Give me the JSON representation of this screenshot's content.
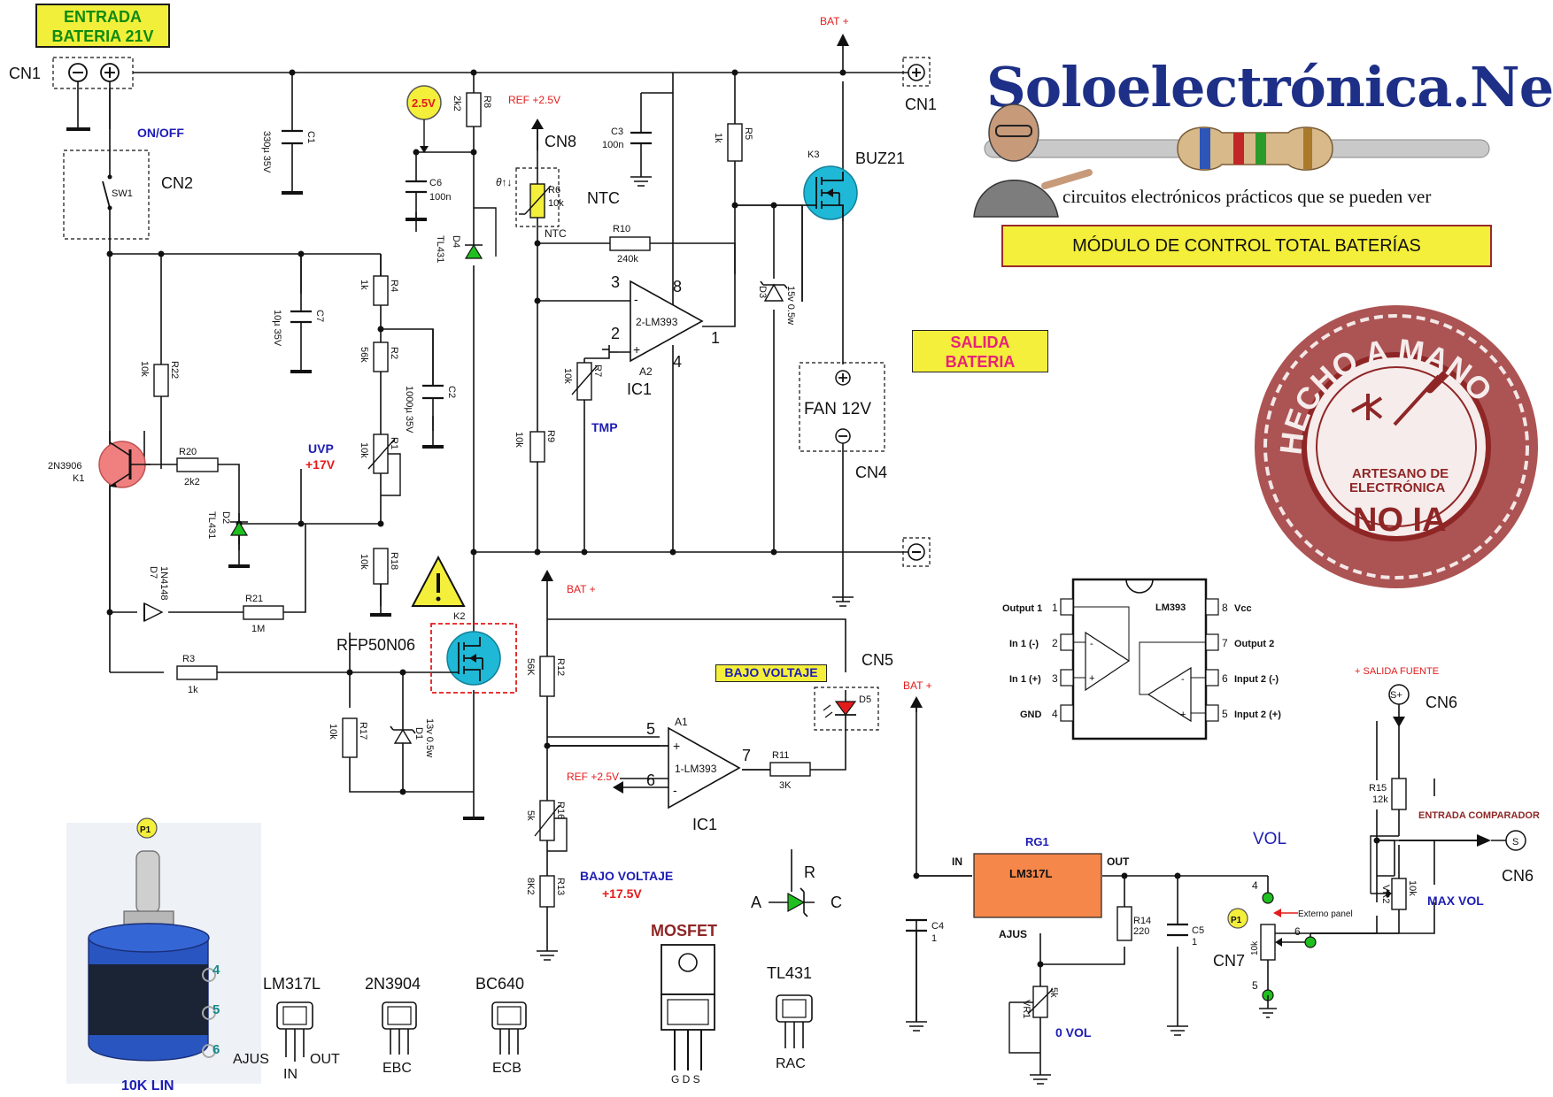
{
  "header": {
    "line1": "ENTRADA",
    "line2": "BATERIA 21V"
  },
  "brand": {
    "title": "Soloelectrónica.Net",
    "tagline": "circuitos electrónicos prácticos que se pueden ver",
    "module_title": "MÓDULO DE CONTROL TOTAL BATERÍAS"
  },
  "salida": {
    "line1": "SALIDA",
    "line2": "BATERIA"
  },
  "stamp": {
    "line1": "HECHO A MANO",
    "line2": "ARTESANO DE",
    "line3": "ELECTRÓNICA",
    "line4": "NO IA"
  },
  "connectors": {
    "cn1": "CN1",
    "cn2": "CN2",
    "cn4": "CN4",
    "cn5": "CN5",
    "cn6": "CN6",
    "cn7": "CN7",
    "cn8": "CN8",
    "p1": "P1",
    "s_plus": "S+",
    "s": "S",
    "fan": "FAN 12V"
  },
  "labels": {
    "on_off": "ON/OFF",
    "sw1": "SW1",
    "bat_plus": "BAT +",
    "ref_25": "REF +2.5V",
    "v25": "2.5V",
    "uvp": "UVP",
    "uvp_v": "+17V",
    "tmp": "TMP",
    "ntc": "NTC",
    "ntc_small": "NTC",
    "rfp": "RFP50N06",
    "buz": "BUZ21",
    "k1": "K1",
    "k2": "K2",
    "k3": "K3",
    "q1": "2N3906",
    "ic1": "IC1",
    "a1": "A1",
    "a2": "A2",
    "lm393_a": "1-LM393",
    "lm393_b": "2-LM393",
    "bajo_voltaje": "BAJO VOLTAJE",
    "bajo_voltaje_blue": "BAJO VOLTAJE",
    "bajo_v": "+17.5V",
    "rg1": "RG1",
    "lm317l": "LM317L",
    "in": "IN",
    "out": "OUT",
    "ajus": "AJUS",
    "vol": "VOL",
    "max_vol": "MAX VOL",
    "zero_vol": "0 VOL",
    "salida_fuente": "+ SALIDA FUENTE",
    "entrada_comparador": "ENTRADA COMPARADOR",
    "externo": "Externo panel",
    "pin3": "3",
    "pin2": "2",
    "pin8": "8",
    "pin4": "4",
    "pin1": "1",
    "pin5": "5",
    "pin6": "6",
    "pin7": "7",
    "p4": "4",
    "p5": "5",
    "p6": "6"
  },
  "components": {
    "c1": "C1",
    "c1v": "330µ 35V",
    "c2": "C2",
    "c2v": "1000µ 35V",
    "c3": "C3",
    "c3v": "100n",
    "c4": "C4",
    "c4v": "1",
    "c5": "C5",
    "c5v": "1",
    "c6": "C6",
    "c6v": "100n",
    "c7": "C7",
    "c7v": "10µ 35V",
    "r1": "R1",
    "r1v": "10k",
    "r2": "R2",
    "r2v": "56k",
    "r3": "R3",
    "r3v": "1k",
    "r4": "R4",
    "r4v": "1k",
    "r5": "R5",
    "r5v": "1k",
    "r6": "R6",
    "r6v": "10k",
    "r7": "R7",
    "r7v": "10k",
    "r8": "R8",
    "r8v": "2k2",
    "r9": "R9",
    "r9v": "10k",
    "r10": "R10",
    "r10v": "240k",
    "r11": "R11",
    "r11v": "3K",
    "r12": "R12",
    "r12v": "56K",
    "r13": "R13",
    "r13v": "8K2",
    "r14": "R14",
    "r14v": "220",
    "r15": "R15",
    "r15v": "12k",
    "r16": "R16",
    "r16v": "5k",
    "r17": "R17",
    "r17v": "10k",
    "r18": "R18",
    "r18v": "10k",
    "r20": "R20",
    "r20v": "2k2",
    "r21": "R21",
    "r21v": "1M",
    "r22": "R22",
    "r22v": "10k",
    "vr1": "VR1",
    "vr1v": "5k",
    "vr2": "VR2",
    "vr2v": "10k",
    "p1v": "10k",
    "d1": "D1",
    "d1v": "13v 0.5w",
    "d2": "D2",
    "d2v": "TL431",
    "d3": "D3",
    "d3v": "15v 0.5w",
    "d4": "D4",
    "d4v": "TL431",
    "d5": "D5",
    "d7": "D7",
    "d7v": "1N4148"
  },
  "pinout": {
    "chip": "LM393",
    "left": [
      "Output 1",
      "In 1 (-)",
      "In 1 (+)",
      "GND"
    ],
    "right": [
      "Vcc",
      "Output 2",
      "Input 2 (-)",
      "Input 2 (+)"
    ],
    "nums_left": [
      "1",
      "2",
      "3",
      "4"
    ],
    "nums_right": [
      "8",
      "7",
      "6",
      "5"
    ]
  },
  "legend": {
    "pot": "10K LIN",
    "pot4": "4",
    "pot5": "5",
    "pot6": "6",
    "lm317": "LM317L",
    "lm317_ajus": "AJUS",
    "lm317_in": "IN",
    "lm317_out": "OUT",
    "n3904": "2N3904",
    "n3904_pins": "EBC",
    "bc640": "BC640",
    "bc640_pins": "ECB",
    "mosfet": "MOSFET",
    "mosfet_pins": "G D S",
    "tl431": "TL431",
    "tl431_pins": "RAC",
    "tl_a": "A",
    "tl_c": "C",
    "tl_r": "R"
  },
  "colors": {
    "wire": "#111111",
    "label_blue": "#1d1db5",
    "label_red": "#e41b1b",
    "mosfet_fill": "#1fb8d6",
    "diode_green": "#1fbf1f",
    "stamp": "#8f2626",
    "regulator": "#f5874a",
    "yellow": "#f4ef3a"
  }
}
